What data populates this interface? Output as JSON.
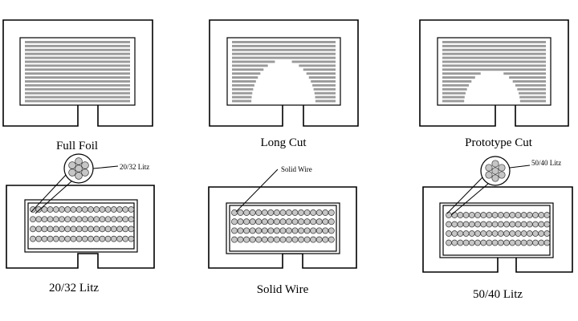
{
  "captions": {
    "full_foil": "Full Foil",
    "long_cut": "Long Cut",
    "prototype_cut": "Prototype Cut",
    "litz_20_32": "20/32 Litz",
    "solid_wire": "Solid Wire",
    "litz_50_40": "50/40 Litz"
  },
  "callouts": {
    "litz_20_32": "20/32 Litz",
    "solid_wire": "Solid Wire",
    "litz_50_40": "50/40 Litz"
  }
}
